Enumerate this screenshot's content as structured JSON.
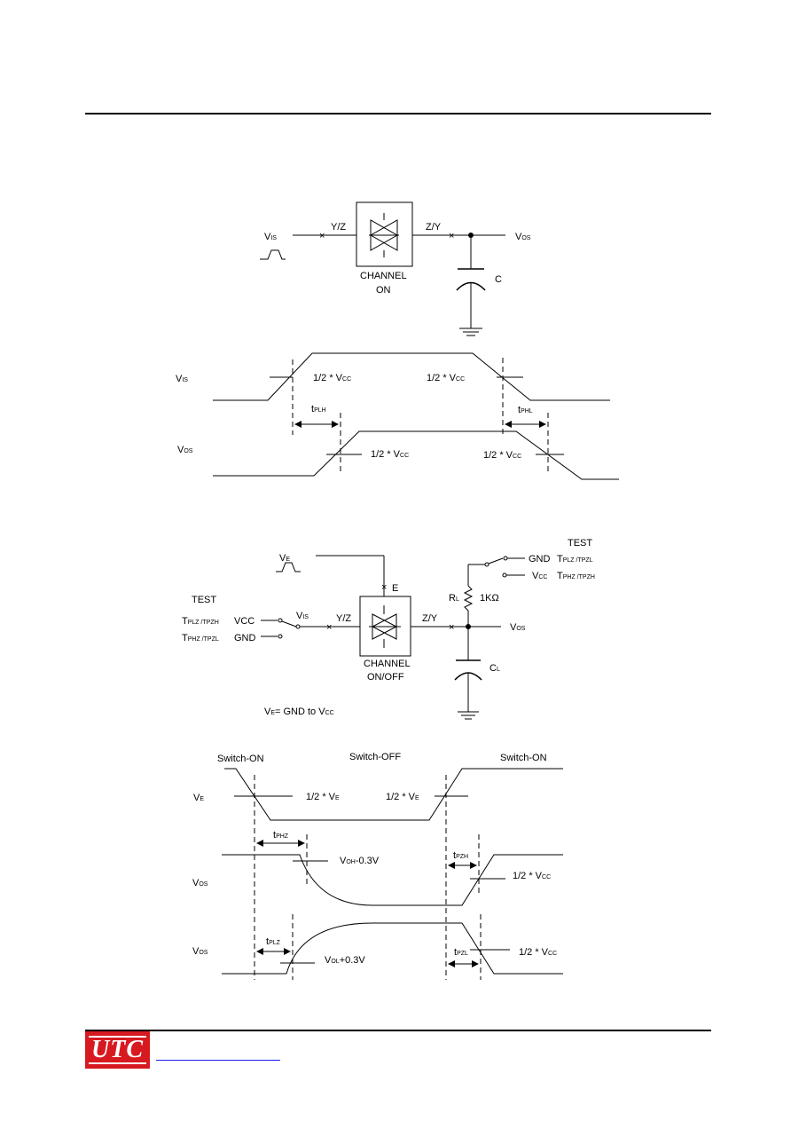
{
  "logo": {
    "text": "UTC"
  },
  "diagram1": {
    "input_label": "V",
    "input_sub": "IS",
    "pin_in": "Y/Z",
    "pin_out": "Z/Y",
    "output_label": "V",
    "output_sub": "OS",
    "cap_label": "C",
    "channel_label_1": "CHANNEL",
    "channel_label_2": "ON"
  },
  "timing1": {
    "vis_label": "V",
    "vis_sub": "IS",
    "vos_label": "V",
    "vos_sub": "OS",
    "half_vcc_1": "1/2 * V",
    "half_vcc_1_sub": "CC",
    "half_vcc_2": "1/2 * V",
    "half_vcc_2_sub": "CC",
    "half_vcc_3": "1/2 * V",
    "half_vcc_3_sub": "CC",
    "half_vcc_4": "1/2 * V",
    "half_vcc_4_sub": "CC",
    "tplh": "t",
    "tplh_sub": "PLH",
    "tphl": "t",
    "tphl_sub": "PHL"
  },
  "diagram2": {
    "ve_label": "V",
    "ve_sub": "E",
    "e_pin": "E",
    "test_left": "TEST",
    "tplz_tpzh": "T",
    "tplz_tpzh_sub": "PLZ /T",
    "tplz_tpzh_sub2": "PZH",
    "vcc_word": "VCC",
    "tphz_tpzl": "T",
    "tphz_tpzl_sub": "PHZ /T",
    "tphz_tpzl_sub2": "PZL",
    "gnd_word": "GND",
    "vis_label": "V",
    "vis_sub": "IS",
    "pin_in": "Y/Z",
    "pin_out": "Z/Y",
    "channel_label_1": "CHANNEL",
    "channel_label_2": "ON/OFF",
    "test_right": "TEST",
    "gnd_right": "GND",
    "right_t1": "T",
    "right_t1_sub": "PLZ /T",
    "right_t1_sub2": "PZL",
    "vcc_right": "V",
    "vcc_right_sub": "CC",
    "right_t2": "T",
    "right_t2_sub": "PHZ /T",
    "right_t2_sub2": "PZH",
    "rl_label": "R",
    "rl_sub": "L",
    "r_value": "1KΩ",
    "vos_label": "V",
    "vos_sub": "OS",
    "cl_label": "C",
    "cl_sub": "L",
    "ve_range": "V",
    "ve_range_sub": "E",
    "ve_range_text": "= GND to V",
    "ve_range_sub2": "CC"
  },
  "timing2": {
    "switch_on_1": "Switch-ON",
    "switch_off": "Switch-OFF",
    "switch_on_2": "Switch-ON",
    "ve_label": "V",
    "ve_sub": "E",
    "half_ve_1": "1/2 * V",
    "half_ve_1_sub": "E",
    "half_ve_2": "1/2 * V",
    "half_ve_2_sub": "E",
    "tphz": "t",
    "tphz_sub": "PHZ",
    "voh_label": "V",
    "voh_sub": "OH",
    "voh_text": "-0.3V",
    "tpzh": "t",
    "tpzh_sub": "PZH",
    "half_vcc_1": "1/2 * V",
    "half_vcc_1_sub": "CC",
    "vos1_label": "V",
    "vos1_sub": "OS",
    "vos2_label": "V",
    "vos2_sub": "OS",
    "tplz": "t",
    "tplz_sub": "PLZ",
    "vol_label": "V",
    "vol_sub": "OL",
    "vol_text": "+0.3V",
    "tpzl": "t",
    "tpzl_sub": "PZL",
    "half_vcc_2": "1/2 * V",
    "half_vcc_2_sub": "CC"
  }
}
